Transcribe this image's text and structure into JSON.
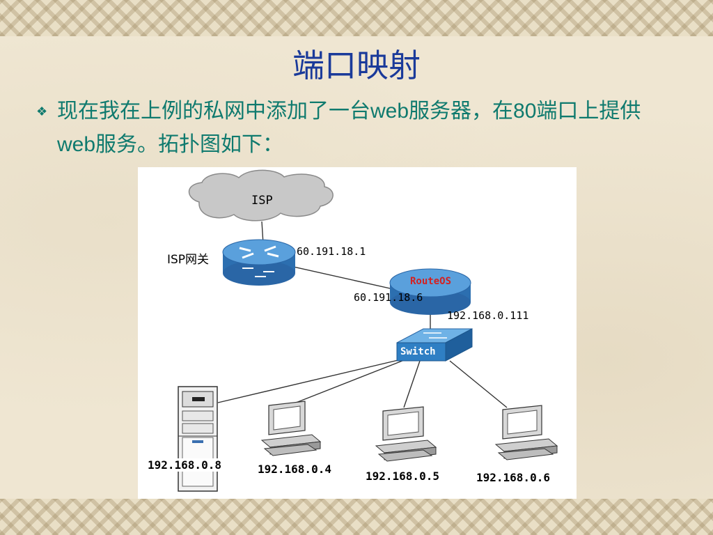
{
  "slide": {
    "title": "端口映射",
    "bullet_icon": "diamond-bullet-icon",
    "bullet_text": "现在我在上例的私网中添加了一台web服务器，在80端口上提供web服务。拓扑图如下："
  },
  "diagram": {
    "cloud_label": "ISP",
    "isp_gateway_label": "ISP网关",
    "isp_gateway_ip": "60.191.18.1",
    "routeros_label": "RouteOS",
    "routeros_wan_ip": "60.191.18.6",
    "routeros_lan_ip": "192.168.0.111",
    "switch_label": "Switch",
    "server_ip": "192.168.0.8",
    "pc1_ip": "192.168.0.4",
    "pc2_ip": "192.168.0.5",
    "pc3_ip": "192.168.0.6"
  },
  "colors": {
    "title": "#1a3a9a",
    "body_text": "#0f7a6e",
    "router_blue": "#2f7fc4",
    "routeros_label": "#d42020",
    "cloud": "#c8c8c8"
  }
}
